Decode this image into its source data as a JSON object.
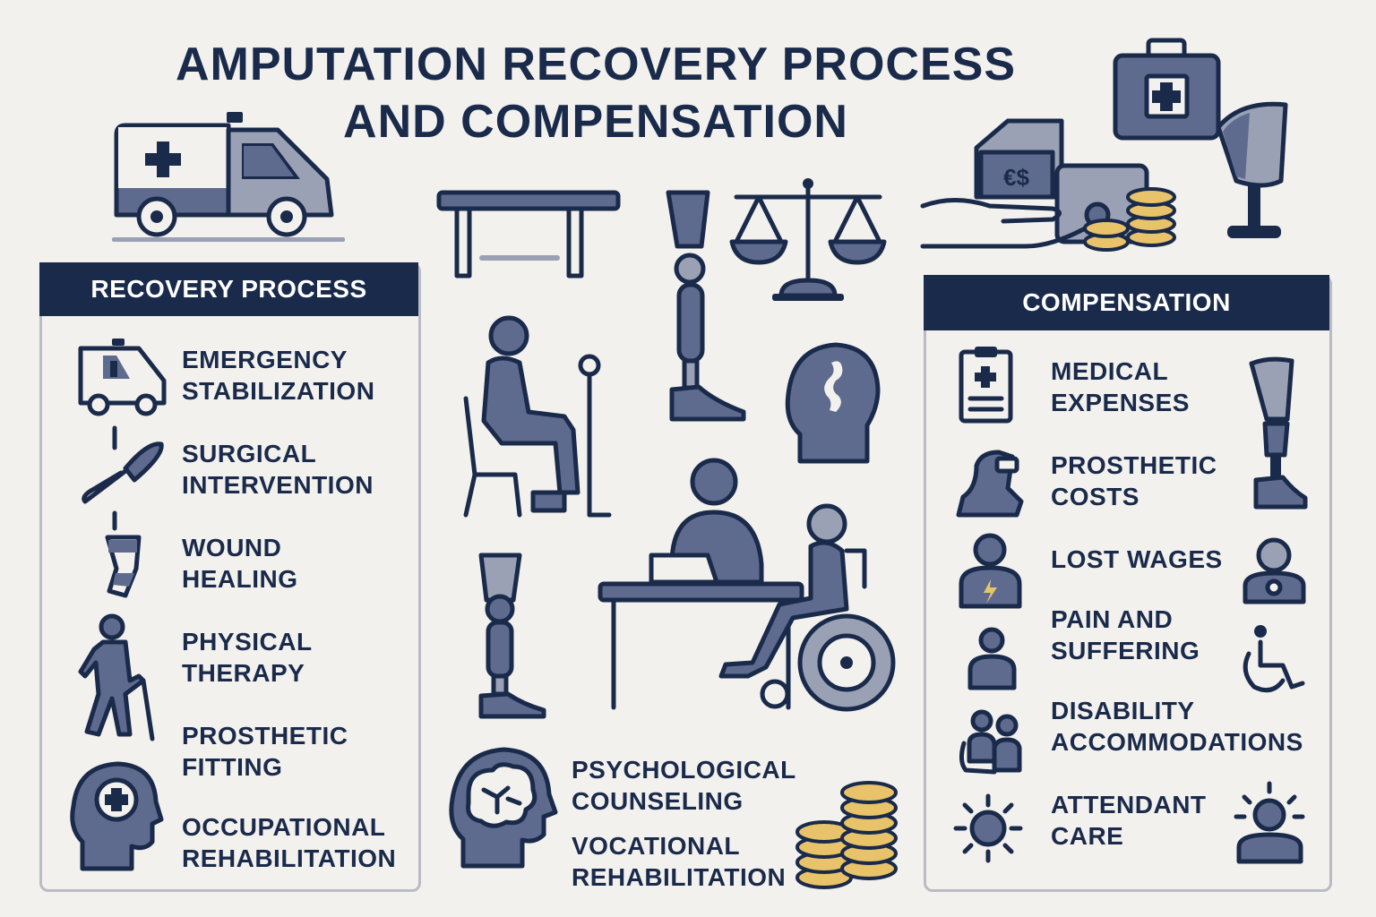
{
  "title": {
    "line1": "AMPUTATION RECOVERY PROCESS",
    "line2": "AND COMPENSATION"
  },
  "recovery": {
    "heading": "RECOVERY PROCESS",
    "items": [
      {
        "line1": "EMERGENCY",
        "line2": "STABILIZATION",
        "icon": "ambulance-icon"
      },
      {
        "line1": "SURGICAL",
        "line2": "INTERVENTION",
        "icon": "scalpel-icon"
      },
      {
        "line1": "WOUND",
        "line2": "HEALING",
        "icon": "bandaged-limb-icon"
      },
      {
        "line1": "PHYSICAL",
        "line2": "THERAPY",
        "icon": "walking-with-cane-icon"
      },
      {
        "line1": "PROSTHETIC",
        "line2": "FITTING",
        "icon": "head-medical-cross-icon"
      },
      {
        "line1": "OCCUPATIONAL",
        "line2": "REHABILITATION",
        "icon": ""
      }
    ]
  },
  "center": {
    "psych_line1": "PSYCHOLOGICAL",
    "psych_line2": "COUNSELING",
    "voc_line1": "VOCATIONAL",
    "voc_line2": "REHABILITATION"
  },
  "compensation": {
    "heading": "COMPENSATION",
    "items": [
      {
        "line1": "MEDICAL",
        "line2": "EXPENSES",
        "icon": "clipboard-icon"
      },
      {
        "line1": "PROSTHETIC",
        "line2": "COSTS",
        "icon": "prosthetic-socket-icon"
      },
      {
        "line1": "LOST WAGES",
        "line2": "",
        "icon": "worker-icon"
      },
      {
        "line1": "PAIN AND",
        "line2": "SUFFERING",
        "icon": "person-icon"
      },
      {
        "line1": "DISABILITY",
        "line2": "ACCOMMODATIONS",
        "icon": "family-icon"
      },
      {
        "line1": "ATTENDANT",
        "line2": "CARE",
        "icon": "sun-icon"
      }
    ]
  },
  "colors": {
    "navy": "#1a2a4a",
    "slate": "#5e6b8f",
    "light_slate": "#9aa1b5",
    "gold": "#e8c36a",
    "background": "#f3f1ee"
  }
}
